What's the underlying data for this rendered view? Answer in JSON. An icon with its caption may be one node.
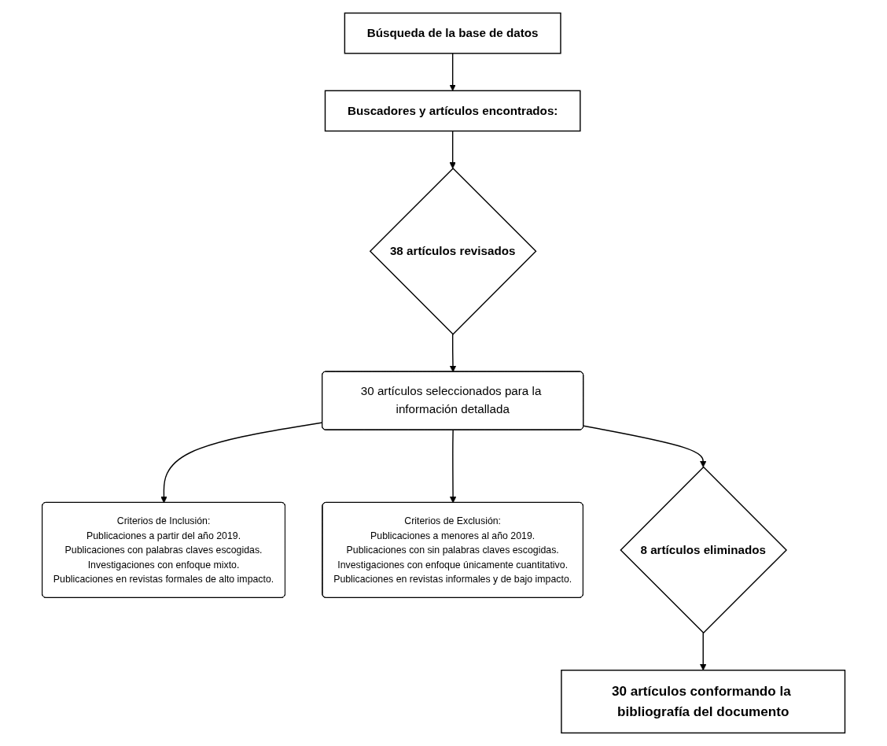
{
  "diagram": {
    "nodes": [
      {
        "text": [
          "Búsqueda de la base de datos"
        ]
      },
      {
        "text": [
          "Buscadores y artículos encontrados:"
        ]
      },
      {
        "text": [
          "38 artículos revisados"
        ]
      },
      {
        "text": [
          "30 artículos seleccionados para la información detallada"
        ]
      },
      {
        "text": [
          "Criterios de Inclusión:",
          "Publicaciones a partir del año 2019.",
          "Publicaciones con palabras claves escogidas.",
          "Investigaciones con enfoque mixto.",
          "Publicaciones en revistas formales de alto impacto."
        ]
      },
      {
        "text": [
          "Criterios de Exclusión:",
          "Publicaciones a menores al año 2019.",
          "Publicaciones con sin palabras claves escogidas.",
          "Investigaciones con enfoque únicamente cuantitativo.",
          "Publicaciones en revistas informales y de bajo impacto."
        ]
      },
      {
        "text": [
          "8 artículos eliminados"
        ]
      },
      {
        "text": [
          "30 artículos conformando la bibliografía del documento"
        ]
      }
    ],
    "edges": [
      {
        "from": 0,
        "to": 1,
        "arrow": "to"
      },
      {
        "from": 1,
        "to": 2,
        "arrow": "to"
      },
      {
        "from": 2,
        "to": 3,
        "arrow": "to"
      },
      {
        "from": 3,
        "to": 4,
        "arrow": "to"
      },
      {
        "from": 3,
        "to": 5,
        "arrow": "to"
      },
      {
        "from": 3,
        "to": 6,
        "arrow": "to"
      },
      {
        "from": 6,
        "to": 7,
        "arrow": "to"
      }
    ]
  }
}
